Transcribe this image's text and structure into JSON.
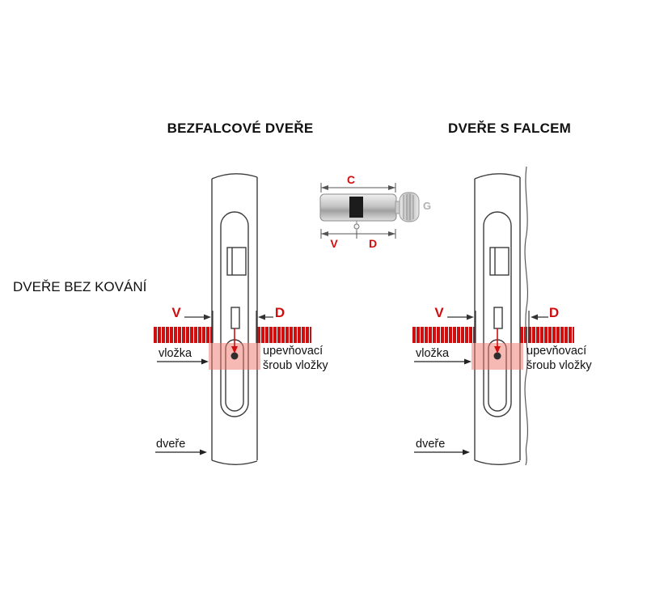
{
  "titles": {
    "left_column": "BEZFALCOVÉ DVEŘE",
    "right_column": "DVEŘE S FALCEM",
    "side_note": "DVEŘE BEZ KOVÁNÍ"
  },
  "cylinder": {
    "dim_c": "C",
    "dim_v": "V",
    "dim_d": "D",
    "knob_g": "G"
  },
  "left_diagram": {
    "dim_v": "V",
    "dim_d": "D",
    "label_cylinder": "vložka",
    "label_screw_line1": "upevňovací",
    "label_screw_line2": "šroub vložky",
    "label_door": "dveře"
  },
  "right_diagram": {
    "dim_v": "V",
    "dim_d": "D",
    "label_cylinder": "vložka",
    "label_screw_line1": "upevňovací",
    "label_screw_line2": "šroub vložky",
    "label_door": "dveře"
  },
  "colors": {
    "measure_red": "#cf0f0f",
    "highlight_pink": "#f5b3ab",
    "line_dark": "#3c3c3c",
    "knob_gray": "#b2b2b2"
  }
}
